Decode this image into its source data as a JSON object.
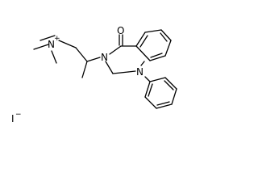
{
  "structure": {
    "atoms": {
      "ammonium_nitrogen": {
        "symbol": "N",
        "charge": "+"
      },
      "carbonyl_oxygen": {
        "symbol": "O"
      },
      "ring_nitrogen_4": {
        "symbol": "N"
      },
      "ring_nitrogen_1": {
        "symbol": "N"
      }
    },
    "counterion": {
      "symbol": "I",
      "charge": "−"
    }
  }
}
